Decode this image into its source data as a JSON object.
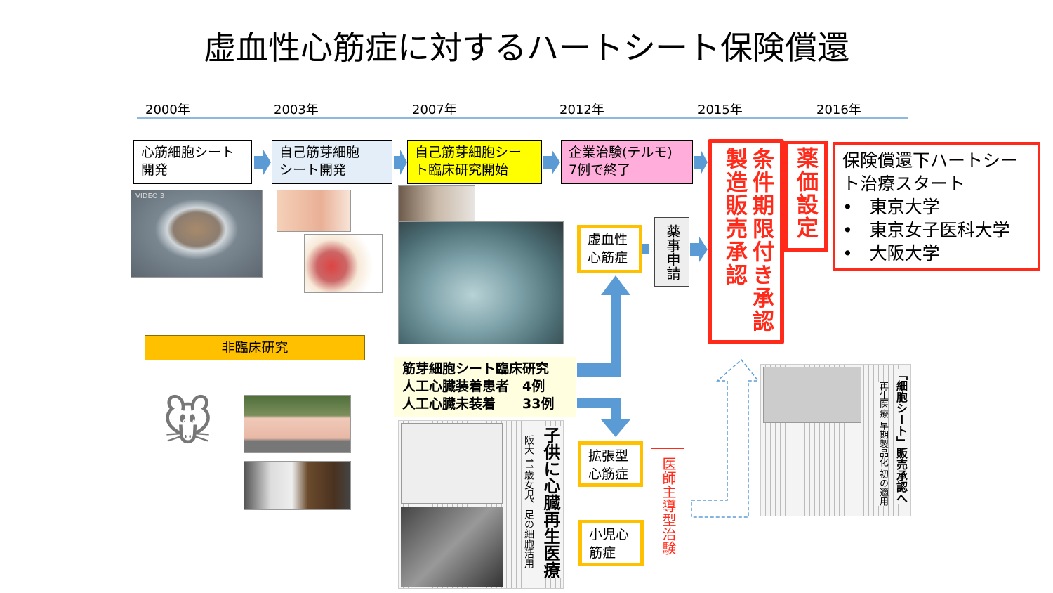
{
  "title": "虚血性心筋症に対するハートシート保険償還",
  "timeline": [
    "2000年",
    "2003年",
    "2007年",
    "2012年",
    "2015年",
    "2016年"
  ],
  "steps": [
    {
      "line1": "心筋細胞シート",
      "line2": "開発"
    },
    {
      "line1": "自己筋芽細胞",
      "line2": "シート開発"
    },
    {
      "line1": "自己筋芽細胞シー",
      "line2": "ト臨床研究開始"
    },
    {
      "line1": "企業治験(テルモ)",
      "line2": "7例で終了"
    }
  ],
  "approval": {
    "col1": "条件期限付き承認",
    "col2": "製造販売承認"
  },
  "price": "薬価設定",
  "insurance": {
    "heading": "保険償還下ハートシート治療スタート",
    "items": [
      "東京大学",
      "東京女子医科大学",
      "大阪大学"
    ]
  },
  "preclinical": "非臨床研究",
  "photo_label": "VIDEO 3",
  "ischemic": {
    "line1": "虚血性",
    "line2": "心筋症"
  },
  "filing": "薬事申請",
  "clinical": {
    "line1": "筋芽細胞シート臨床研究",
    "line2": "人工心臓装着患者　4例",
    "line3": "人工心臓未装着　　33例"
  },
  "dilated": {
    "line1": "拡張型",
    "line2": "心筋症"
  },
  "pediatric": {
    "line1": "小児心",
    "line2": "筋症"
  },
  "investigator": "医師主導型治験",
  "news1": {
    "headline": "子供に心臓再生医療",
    "sub": "阪大 11歳女児、足の細胞活用"
  },
  "news2": {
    "headline": "「細胞シート」販売承認へ",
    "sub": "再生医療 早期製品化 初の適用"
  },
  "colors": {
    "arrow": "#5b9bd5",
    "red": "#ff2a1a",
    "yellow": "#ffc000"
  }
}
